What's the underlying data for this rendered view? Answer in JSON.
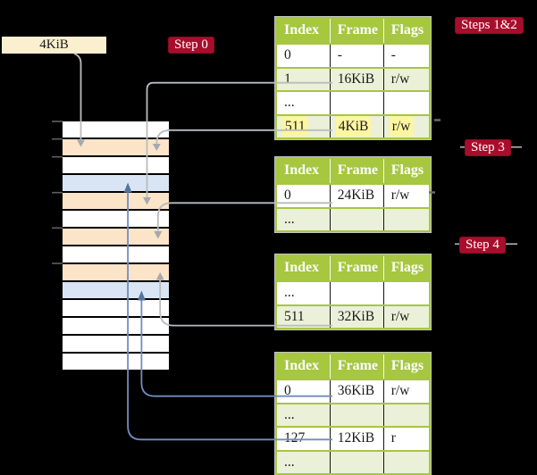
{
  "colors": {
    "background": "#000000",
    "crimson": "#a80e2c",
    "cream": "#faefce",
    "header_green": "#a6c73f",
    "row_green": "#ebf0d8",
    "highlight_yellow": "#fdf6a0",
    "mem_orange": "#fce4c8",
    "mem_blue": "#d9e5f4",
    "line_gray": "#b9bcc0",
    "head_gray": "#a3a9b0",
    "line_blue": "#718dbc",
    "head_blue": "#54749f",
    "text_dark": "#1a1a1a",
    "tick_gray": "#606060"
  },
  "frame_box": {
    "label": "4KiB"
  },
  "step_labels": {
    "step0": "Step 0",
    "steps12": "Steps 1&2",
    "step3": "Step 3",
    "step4": "Step 4"
  },
  "memory": {
    "description": "physical memory column, 14 frame slots, 4KiB each",
    "rows": [
      {
        "shade": "white"
      },
      {
        "shade": "orange"
      },
      {
        "shade": "white"
      },
      {
        "shade": "blue"
      },
      {
        "shade": "orange"
      },
      {
        "shade": "white"
      },
      {
        "shade": "orange"
      },
      {
        "shade": "white"
      },
      {
        "shade": "orange"
      },
      {
        "shade": "blue"
      },
      {
        "shade": "white"
      },
      {
        "shade": "white"
      },
      {
        "shade": "white"
      },
      {
        "shade": "white"
      }
    ],
    "ticks_y": [
      136,
      155.7,
      175.7,
      215.7,
      255.3,
      295
    ]
  },
  "tables": [
    {
      "id": "table-steps-1-2",
      "headers": [
        "Index",
        "Frame",
        "Flags"
      ],
      "rows": [
        {
          "cells": [
            "0",
            "-",
            "-"
          ]
        },
        {
          "cells": [
            "1",
            "16KiB",
            "r/w"
          ]
        },
        {
          "cells": [
            "...",
            "",
            ""
          ]
        },
        {
          "cells": [
            "511",
            "4KiB",
            "r/w"
          ],
          "highlight": true
        }
      ]
    },
    {
      "id": "table-step-3",
      "headers": [
        "Index",
        "Frame",
        "Flags"
      ],
      "rows": [
        {
          "cells": [
            "0",
            "24KiB",
            "r/w"
          ]
        },
        {
          "cells": [
            "...",
            "",
            ""
          ]
        }
      ]
    },
    {
      "id": "table-step-4a",
      "headers": [
        "Index",
        "Frame",
        "Flags"
      ],
      "rows": [
        {
          "cells": [
            "...",
            "",
            ""
          ]
        },
        {
          "cells": [
            "511",
            "32KiB",
            "r/w"
          ]
        }
      ]
    },
    {
      "id": "table-step-4b",
      "headers": [
        "Index",
        "Frame",
        "Flags"
      ],
      "rows": [
        {
          "cells": [
            "0",
            "36KiB",
            "r/w"
          ]
        },
        {
          "cells": [
            "...",
            "",
            ""
          ]
        },
        {
          "cells": [
            "127",
            "12KiB",
            "r"
          ]
        },
        {
          "cells": [
            "...",
            "",
            ""
          ]
        }
      ]
    }
  ],
  "connections": [
    {
      "from": "frame-size-label",
      "frame": "4KiB",
      "color": "gray"
    },
    {
      "from": "table-steps-1-2 row 1",
      "frame": "16KiB",
      "color": "gray"
    },
    {
      "from": "table-steps-1-2 row 511",
      "frame": "4KiB",
      "color": "gray"
    },
    {
      "from": "table-step-3 row 0",
      "frame": "24KiB",
      "color": "gray"
    },
    {
      "from": "table-step-4a row 511",
      "frame": "32KiB",
      "color": "gray"
    },
    {
      "from": "table-step-4b row 0",
      "frame": "36KiB",
      "color": "blue"
    },
    {
      "from": "table-step-4b row 127",
      "frame": "12KiB",
      "color": "blue"
    }
  ]
}
